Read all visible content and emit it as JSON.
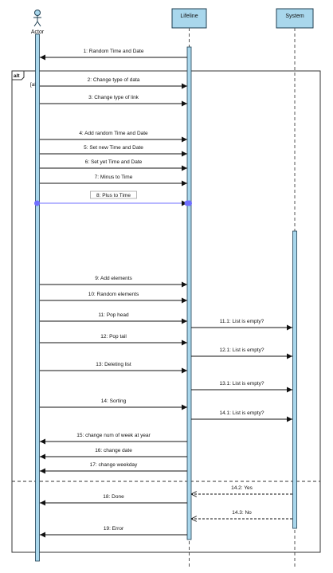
{
  "participants": [
    {
      "id": "actor",
      "name": "Actor",
      "type": "actor"
    },
    {
      "id": "lifeline",
      "name": "Lifeline",
      "type": "box"
    },
    {
      "id": "system",
      "name": "System",
      "type": "box"
    }
  ],
  "fragment": {
    "label": "alt",
    "guard": "[alt]"
  },
  "messages": [
    {
      "label": "1: Random Time and Date",
      "from": "lifeline",
      "to": "actor",
      "dashed": false
    },
    {
      "label": "2: Change type of data",
      "from": "actor",
      "to": "lifeline",
      "dashed": false
    },
    {
      "label": "3: Change type of link",
      "from": "actor",
      "to": "lifeline",
      "dashed": false
    },
    {
      "label": "4: Add random Time and Date",
      "from": "actor",
      "to": "lifeline",
      "dashed": false
    },
    {
      "label": "5: Set new Time and Date",
      "from": "actor",
      "to": "lifeline",
      "dashed": false
    },
    {
      "label": "6: Set yet Time and Date",
      "from": "actor",
      "to": "lifeline",
      "dashed": false
    },
    {
      "label": "7: Minus to Time",
      "from": "actor",
      "to": "lifeline",
      "dashed": false
    },
    {
      "label": "8: Plus to Time",
      "from": "actor",
      "to": "lifeline",
      "dashed": false,
      "selected": true
    },
    {
      "label": "9: Add elements",
      "from": "actor",
      "to": "lifeline",
      "dashed": false
    },
    {
      "label": "10: Random elements",
      "from": "actor",
      "to": "lifeline",
      "dashed": false
    },
    {
      "label": "11: Pop head",
      "from": "actor",
      "to": "lifeline",
      "dashed": false
    },
    {
      "label": "11.1: List is empty?",
      "from": "lifeline",
      "to": "system",
      "dashed": false
    },
    {
      "label": "12: Pop tail",
      "from": "actor",
      "to": "lifeline",
      "dashed": false
    },
    {
      "label": "12.1: List is empty?",
      "from": "lifeline",
      "to": "system",
      "dashed": false
    },
    {
      "label": "13: Deleting list",
      "from": "actor",
      "to": "lifeline",
      "dashed": false
    },
    {
      "label": "13.1: List is empty?",
      "from": "lifeline",
      "to": "system",
      "dashed": false
    },
    {
      "label": "14: Sorting",
      "from": "actor",
      "to": "lifeline",
      "dashed": false
    },
    {
      "label": "14.1: List is empty?",
      "from": "lifeline",
      "to": "system",
      "dashed": false
    },
    {
      "label": "15: change num of week at year",
      "from": "lifeline",
      "to": "actor",
      "dashed": false
    },
    {
      "label": "16: change date",
      "from": "lifeline",
      "to": "actor",
      "dashed": false
    },
    {
      "label": "17: change weekday",
      "from": "lifeline",
      "to": "actor",
      "dashed": false
    },
    {
      "label": "14.2: Yes",
      "from": "system",
      "to": "lifeline",
      "dashed": true
    },
    {
      "label": "18: Done",
      "from": "lifeline",
      "to": "actor",
      "dashed": false
    },
    {
      "label": "14.3: No",
      "from": "system",
      "to": "lifeline",
      "dashed": true
    },
    {
      "label": "19: Error",
      "from": "lifeline",
      "to": "actor",
      "dashed": false
    }
  ],
  "colors": {
    "activation": "#a9d7ec",
    "header_fill": "#a9d7ec",
    "stroke": "#1f3f52",
    "selection": "#6f6fff"
  }
}
